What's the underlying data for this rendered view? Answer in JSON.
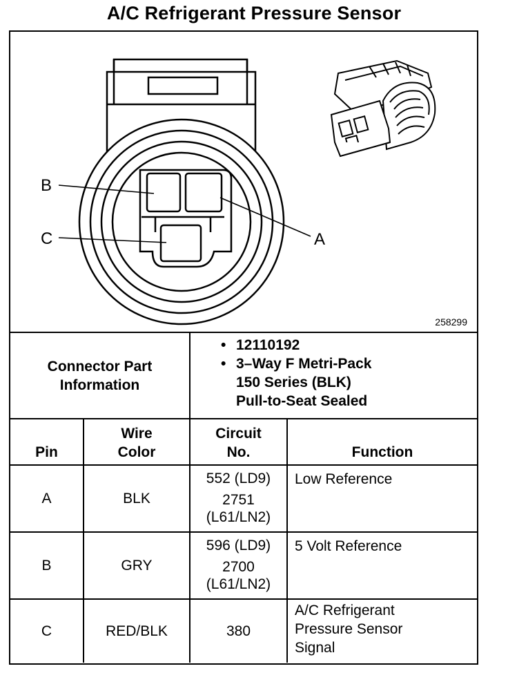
{
  "title": "A/C Refrigerant Pressure Sensor",
  "figure": {
    "number": "258299",
    "callouts": {
      "b": "B",
      "c": "C",
      "a": "A"
    }
  },
  "connector_info": {
    "label_line1": "Connector Part",
    "label_line2": "Information",
    "bullet": "•",
    "part_number": "12110192",
    "description_line1": "3–Way F Metri-Pack",
    "description_line2": "150 Series (BLK)",
    "description_line3": "Pull-to-Seat Sealed"
  },
  "table": {
    "headers": {
      "pin": "Pin",
      "wire_color_line1": "Wire",
      "wire_color_line2": "Color",
      "circuit_line1": "Circuit",
      "circuit_line2": "No.",
      "function": "Function"
    },
    "rows": [
      {
        "pin": "A",
        "wire_color": "BLK",
        "circuit_1": "552 (LD9)",
        "circuit_2_line1": "2751",
        "circuit_2_line2": "(L61/LN2)",
        "function": "Low Reference"
      },
      {
        "pin": "B",
        "wire_color": "GRY",
        "circuit_1": "596 (LD9)",
        "circuit_2_line1": "2700",
        "circuit_2_line2": "(L61/LN2)",
        "function": "5 Volt Reference"
      },
      {
        "pin": "C",
        "wire_color": "RED/BLK",
        "circuit": "380",
        "function_line1": "A/C Refrigerant",
        "function_line2": "Pressure Sensor",
        "function_line3": "Signal"
      }
    ]
  }
}
